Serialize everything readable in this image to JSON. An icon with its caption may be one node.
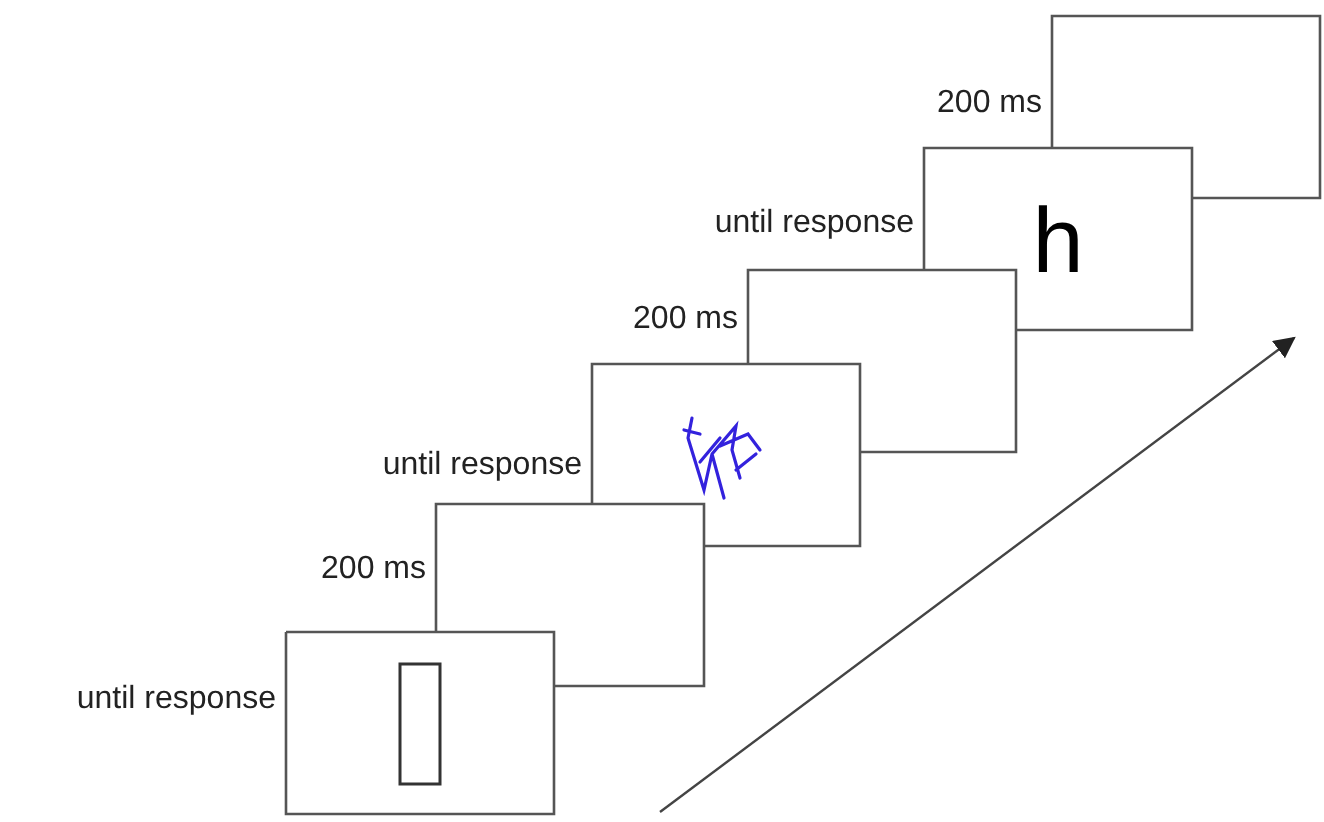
{
  "diagram": {
    "nodes": [
      {
        "text": [],
        "shape": "box",
        "beside": [
          "until response"
        ]
      },
      {
        "text": [],
        "shape": "box",
        "beside": [
          "200 ms"
        ]
      },
      {
        "text": [],
        "shape": "box",
        "beside": [
          "until response"
        ]
      },
      {
        "text": [],
        "shape": "box",
        "beside": [
          "200 ms"
        ]
      },
      {
        "text": [
          "h"
        ],
        "beside": [
          "until response"
        ]
      },
      {
        "text": [],
        "shape": "box",
        "beside": [
          "200 ms"
        ]
      }
    ]
  }
}
